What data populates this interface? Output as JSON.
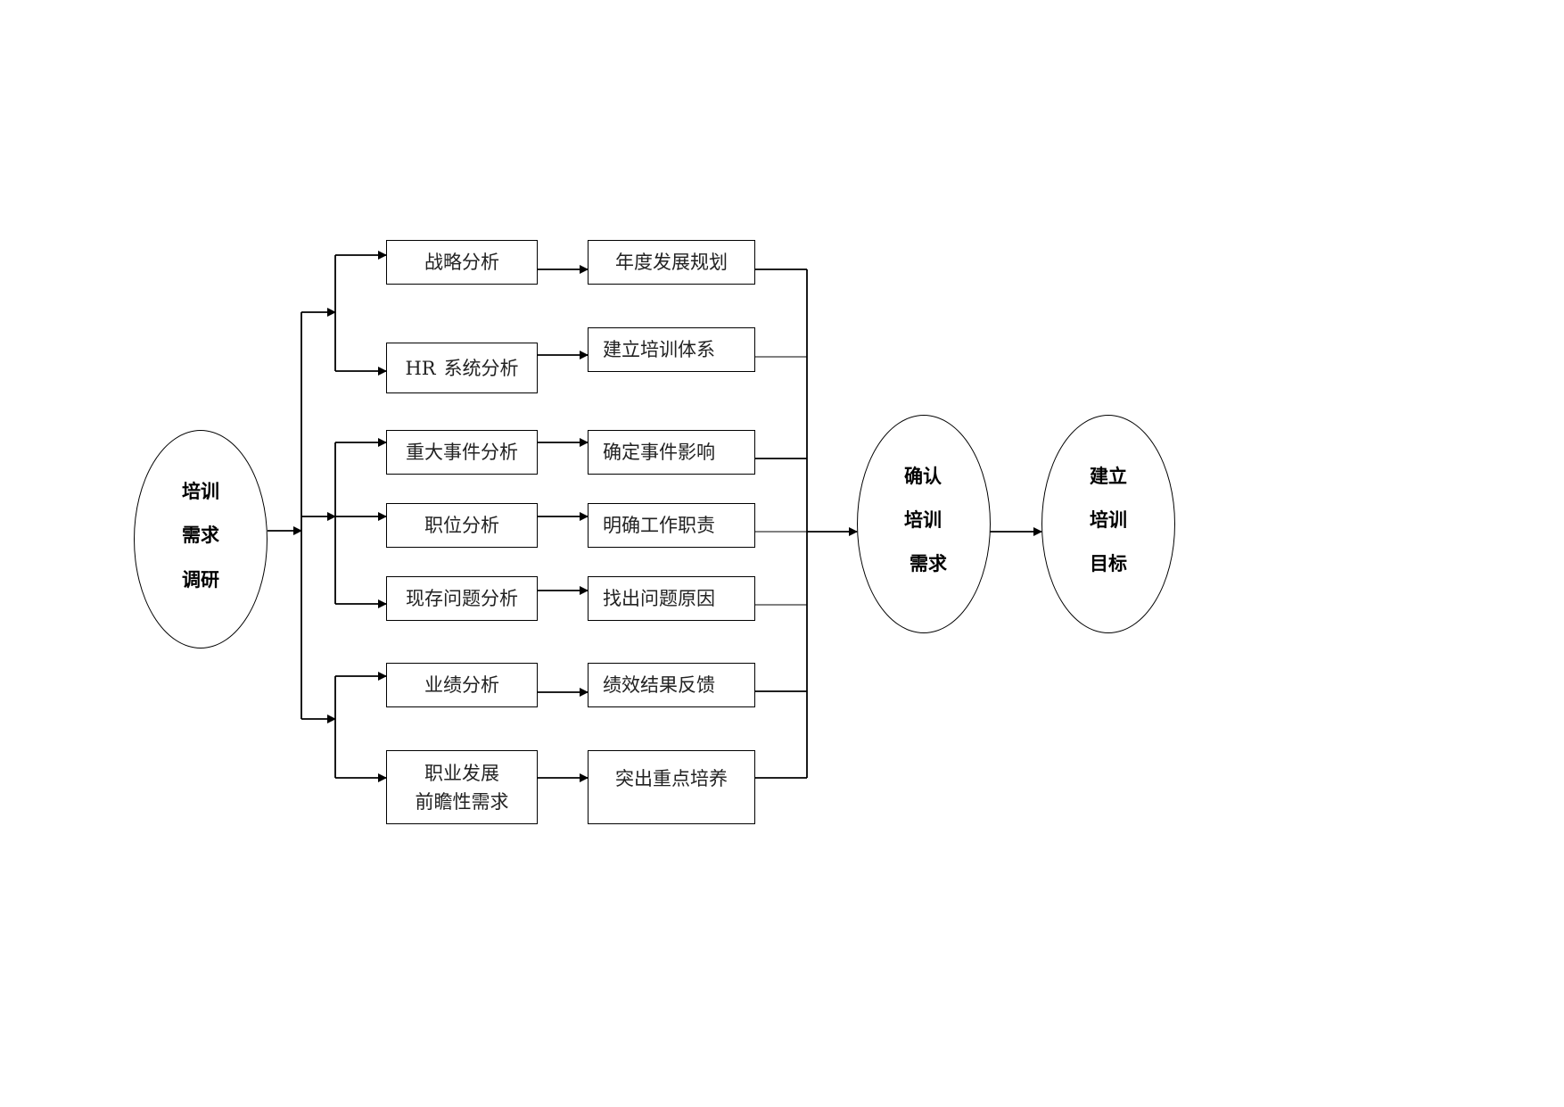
{
  "start": {
    "line1": "培训",
    "line2": "需求",
    "line3": "调研"
  },
  "analysis": {
    "strategy": "战略分析",
    "hr_prefix": "HR",
    "hr_suffix": "系统分析",
    "major_event": "重大事件分析",
    "position": "职位分析",
    "current_problem": "现存问题分析",
    "performance": "业绩分析",
    "career_line1": "职业发展",
    "career_line2": "前瞻性需求"
  },
  "outcomes": {
    "annual_plan": "年度发展规划",
    "training_system": "建立培训体系",
    "event_impact": "确定事件影响",
    "job_duties": "明确工作职责",
    "problem_cause": "找出问题原因",
    "performance_feedback": "绩效结果反馈",
    "key_training": "突出重点培养"
  },
  "confirm": {
    "line1": "确认",
    "line2": "培训",
    "line3": "需求"
  },
  "goal": {
    "line1": "建立",
    "line2": "培训",
    "line3": "目标"
  }
}
